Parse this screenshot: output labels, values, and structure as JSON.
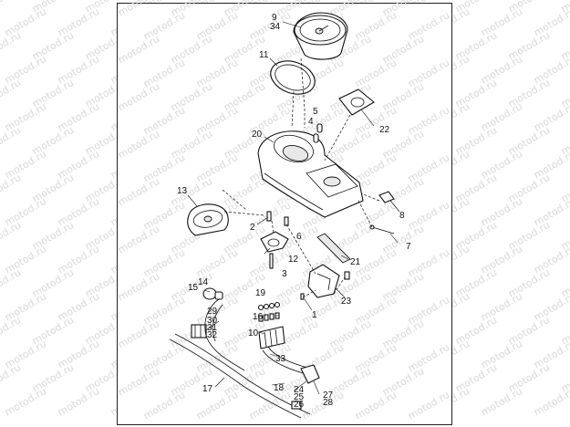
{
  "watermark": "motod.ru",
  "callouts": [
    {
      "id": "9",
      "text": "9"
    },
    {
      "id": "34",
      "text": "34"
    },
    {
      "id": "11",
      "text": "11"
    },
    {
      "id": "5",
      "text": "5"
    },
    {
      "id": "4",
      "text": "4"
    },
    {
      "id": "22",
      "text": "22"
    },
    {
      "id": "20",
      "text": "20"
    },
    {
      "id": "13",
      "text": "13"
    },
    {
      "id": "8",
      "text": "8"
    },
    {
      "id": "2",
      "text": "2"
    },
    {
      "id": "6",
      "text": "6"
    },
    {
      "id": "7",
      "text": "7"
    },
    {
      "id": "12",
      "text": "12"
    },
    {
      "id": "21",
      "text": "21"
    },
    {
      "id": "3",
      "text": "3"
    },
    {
      "id": "14",
      "text": "14"
    },
    {
      "id": "15",
      "text": "15"
    },
    {
      "id": "19",
      "text": "19"
    },
    {
      "id": "23",
      "text": "23"
    },
    {
      "id": "1",
      "text": "1"
    },
    {
      "id": "16",
      "text": "16"
    },
    {
      "id": "29",
      "text": "29"
    },
    {
      "id": "30",
      "text": "30"
    },
    {
      "id": "31",
      "text": "31"
    },
    {
      "id": "32",
      "text": "32"
    },
    {
      "id": "10",
      "text": "10"
    },
    {
      "id": "33",
      "text": "33"
    },
    {
      "id": "17",
      "text": "17"
    },
    {
      "id": "18",
      "text": "18"
    },
    {
      "id": "24",
      "text": "24"
    },
    {
      "id": "25",
      "text": "25"
    },
    {
      "id": "26",
      "text": "26"
    },
    {
      "id": "27",
      "text": "27"
    },
    {
      "id": "28",
      "text": "28"
    }
  ]
}
